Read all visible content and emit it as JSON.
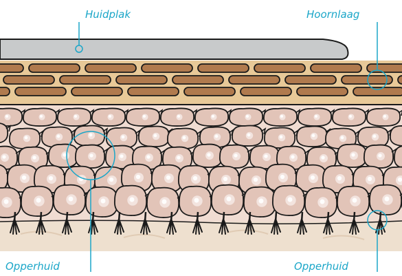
{
  "colors": {
    "accent": "#1aa6c8",
    "plaque": "#c8cacb",
    "horny_layer_bg": "#e8c998",
    "horny_cell": "#b07a4e",
    "epidermis_bg": "#f0dcd2",
    "cell_fill": "#e2c4b8",
    "nucleus": "#f3e6e0",
    "dermis_bg": "#eee0cf",
    "outline": "#1a1a1a"
  },
  "labels": {
    "plaque": "Huidplak",
    "horny_layer": "Hoornlaag",
    "epidermis_left": "Opperhuid",
    "epidermis_right": "Opperhuid"
  }
}
